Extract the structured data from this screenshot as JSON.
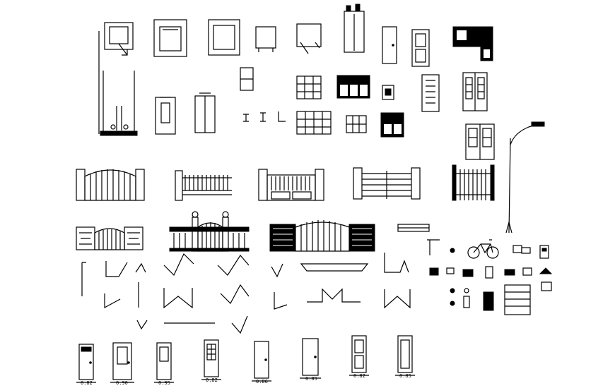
{
  "door_width_labels": [
    "0.82",
    "0.90",
    "0.95",
    "0.82",
    "0.86",
    "0.85",
    "0.82",
    "0.85"
  ]
}
